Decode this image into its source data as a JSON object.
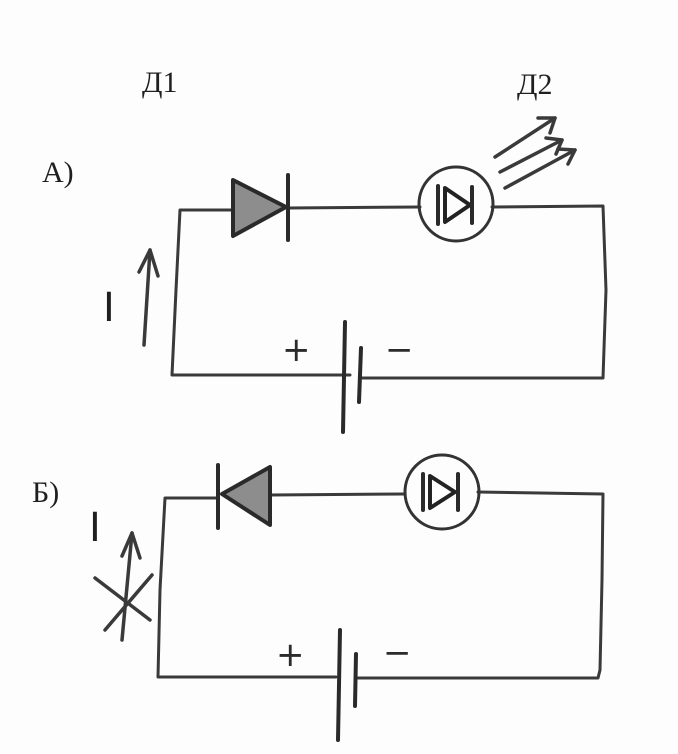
{
  "labels": {
    "d1": "Д1",
    "d2": "Д2",
    "circuit_a": "А)",
    "circuit_b": "Б)",
    "current_a": "I",
    "current_b": "I",
    "plus_a": "+",
    "minus_a": "−",
    "plus_b": "+",
    "minus_b": "−"
  }
}
